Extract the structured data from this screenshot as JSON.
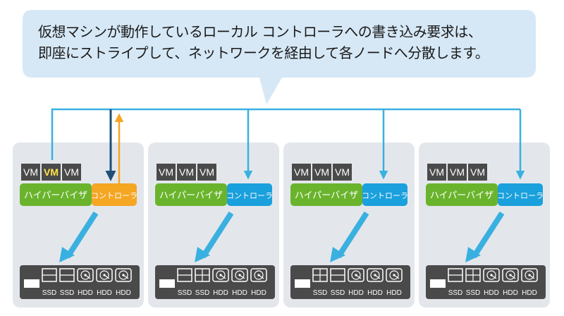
{
  "callout": {
    "line1": "仮想マシンが動作しているローカル コントローラへの書き込み要求は、",
    "line2": "即座にストライプして、ネットワークを経由して各ノードへ分散します。"
  },
  "labels": {
    "vm": "VM",
    "hypervisor": "ハイパーバイザ",
    "controller": "コントローラ",
    "ssd": "SSD",
    "hdd": "HDD"
  },
  "nodes": [
    {
      "active": true,
      "ssd_icons": [
        "single",
        "single"
      ]
    },
    {
      "active": false,
      "ssd_icons": [
        "single",
        "grid"
      ]
    },
    {
      "active": false,
      "ssd_icons": [
        "grid",
        "single"
      ]
    },
    {
      "active": false,
      "ssd_icons": [
        "single",
        "grid"
      ]
    }
  ],
  "colors": {
    "callout_bg": "#d6e8f6",
    "panel_bg": "#e3e7ec",
    "vm_bg": "#4a4a4a",
    "vm_active_text": "#ffe14a",
    "hypervisor": "#6ab42d",
    "controller": "#1aa0dc",
    "controller_active": "#f5a623",
    "line_blue": "#3ab0e0",
    "line_dark": "#1f4e79",
    "line_orange": "#f5a623",
    "storage_bg": "#4a4a4a"
  }
}
